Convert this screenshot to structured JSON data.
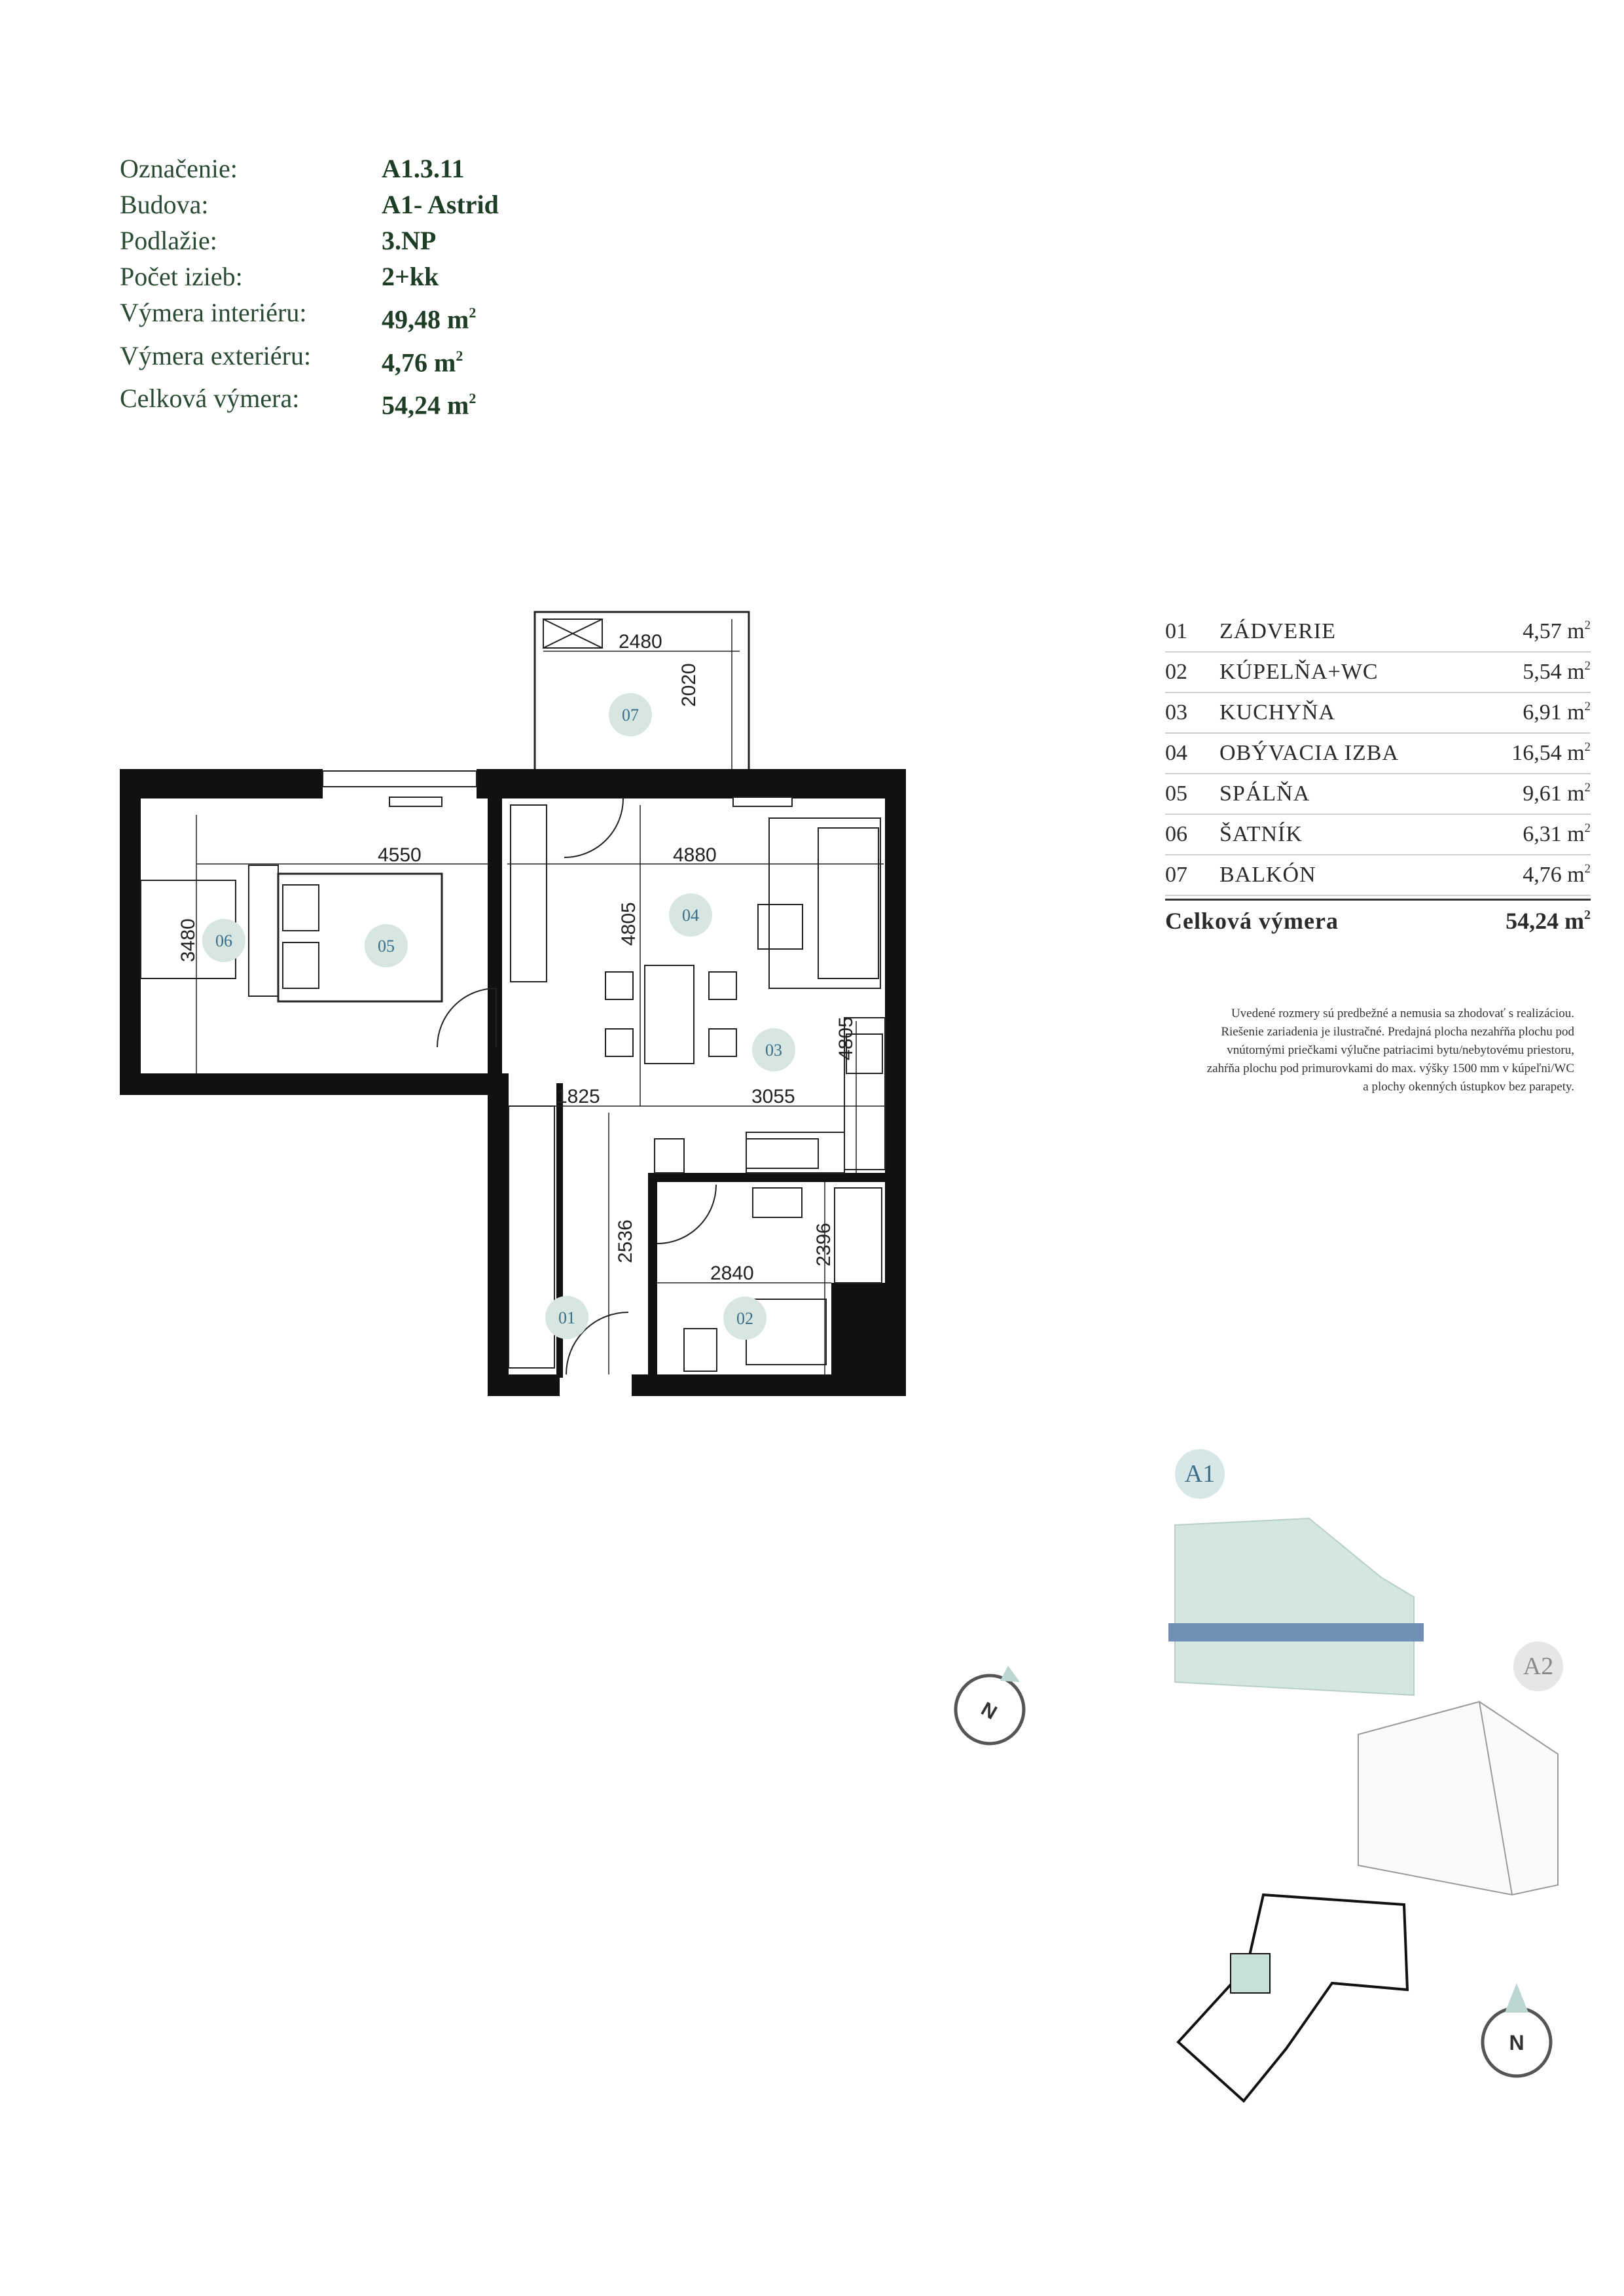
{
  "info": {
    "rows": [
      {
        "label": "Označenie:",
        "value": "A1.3.11",
        "sup": ""
      },
      {
        "label": "Budova:",
        "value": "A1- Astrid",
        "sup": ""
      },
      {
        "label": "Podlažie:",
        "value": "3.NP",
        "sup": ""
      },
      {
        "label": "Počet izieb:",
        "value": "2+kk",
        "sup": ""
      },
      {
        "label": "Výmera interiéru:",
        "value": "49,48 m",
        "sup": "2"
      },
      {
        "label": "Výmera exteriéru:",
        "value": "4,76 m",
        "sup": "2"
      },
      {
        "label": "Celková výmera:",
        "value": "54,24 m",
        "sup": "2"
      }
    ]
  },
  "rooms": [
    {
      "num": "01",
      "name": "ZÁDVERIE",
      "area": "4,57 m",
      "sup": "2"
    },
    {
      "num": "02",
      "name": "KÚPELŇA+WC",
      "area": "5,54 m",
      "sup": "2"
    },
    {
      "num": "03",
      "name": "KUCHYŇA",
      "area": "6,91 m",
      "sup": "2"
    },
    {
      "num": "04",
      "name": "OBÝVACIA IZBA",
      "area": "16,54 m",
      "sup": "2"
    },
    {
      "num": "05",
      "name": "SPÁLŇA",
      "area": "9,61 m",
      "sup": "2"
    },
    {
      "num": "06",
      "name": "ŠATNÍK",
      "area": "6,31 m",
      "sup": "2"
    },
    {
      "num": "07",
      "name": "BALKÓN",
      "area": "4,76 m",
      "sup": "2"
    }
  ],
  "total": {
    "label": "Celková výmera",
    "value": "54,24 m",
    "sup": "2"
  },
  "note": {
    "lines": [
      "Uvedené rozmery sú predbežné a nemusia sa zhodovať s realizáciou.",
      "Riešenie zariadenia je ilustračné. Predajná plocha nezahŕňa plochu pod",
      "vnútornými priečkami výlučne patriacimi bytu/nebytovému priestoru,",
      "zahŕňa plochu pod primurovkami do max. výšky 1500 mm v kúpeľni/WC",
      "a plochy okenných ústupkov bez parapety."
    ]
  },
  "plan": {
    "dimensions": {
      "d2480": "2480",
      "d2020": "2020",
      "d4550": "4550",
      "d4880": "4880",
      "d3480": "3480",
      "d4805a": "4805",
      "d4805b": "4805",
      "d1825": "1825",
      "d3055": "3055",
      "d2536": "2536",
      "d2840": "2840",
      "d2396": "2396"
    },
    "room_labels": {
      "r01": "01",
      "r02": "02",
      "r03": "03",
      "r04": "04",
      "r05": "05",
      "r06": "06",
      "r07": "07"
    }
  },
  "buildings": {
    "a1": "A1",
    "a2": "A2"
  },
  "compass": {
    "north": "N"
  },
  "colors": {
    "accent_green": "#1e3d25",
    "room_circle": "#d7e6e1",
    "highlight_blue": "#6f8fb5"
  }
}
